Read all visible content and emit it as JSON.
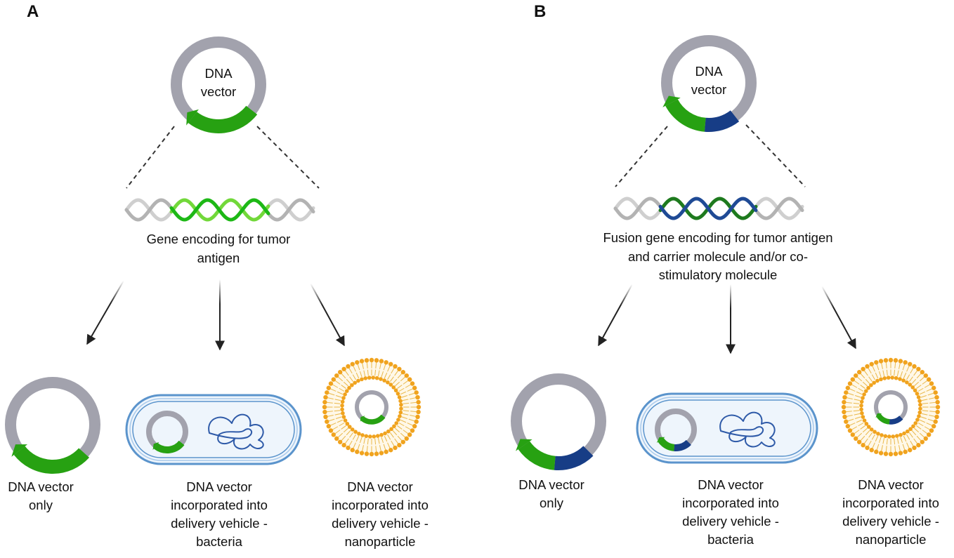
{
  "colors": {
    "vector_ring": "#a2a2ad",
    "antigen_gene": "#27a112",
    "carrier_gene": "#173d86",
    "bacteria_body": "#eef5fc",
    "bacteria_outline": "#5b94cc",
    "nucleoid": "#2e5aa8",
    "lipid": "#f0a31e",
    "lipid_tail": "#e9b84a",
    "arrow": "#222222",
    "helix_grey": "#b3b3b3",
    "helix_green_a": "#1db816",
    "helix_green_b": "#72d83a",
    "helix_blue": "#1f4a95",
    "helix_darkgreen": "#1e7a1e"
  },
  "panelA": {
    "letter": "A",
    "vector_label": [
      "DNA",
      "vector"
    ],
    "gene_caption": [
      "Gene encoding for tumor",
      "antigen"
    ],
    "outcomes": [
      {
        "lines": [
          "DNA vector",
          "only"
        ],
        "icon": "plasmid-icon"
      },
      {
        "lines": [
          "DNA vector",
          "incorporated into",
          "delivery vehicle -",
          "bacteria"
        ],
        "icon": "bacterium-icon"
      },
      {
        "lines": [
          "DNA vector",
          "incorporated into",
          "delivery vehicle -",
          "nanoparticle"
        ],
        "icon": "nanoparticle-icon"
      }
    ]
  },
  "panelB": {
    "letter": "B",
    "vector_label": [
      "DNA",
      "vector"
    ],
    "gene_caption": [
      "Fusion gene encoding for tumor antigen",
      "and carrier molecule and/or co-",
      "stimulatory molecule"
    ],
    "outcomes": [
      {
        "lines": [
          "DNA vector",
          "only"
        ],
        "icon": "plasmid-icon"
      },
      {
        "lines": [
          "DNA vector",
          "incorporated into",
          "delivery vehicle -",
          "bacteria"
        ],
        "icon": "bacterium-icon"
      },
      {
        "lines": [
          "DNA vector",
          "incorporated into",
          "delivery vehicle -",
          "nanoparticle"
        ],
        "icon": "nanoparticle-icon"
      }
    ]
  }
}
